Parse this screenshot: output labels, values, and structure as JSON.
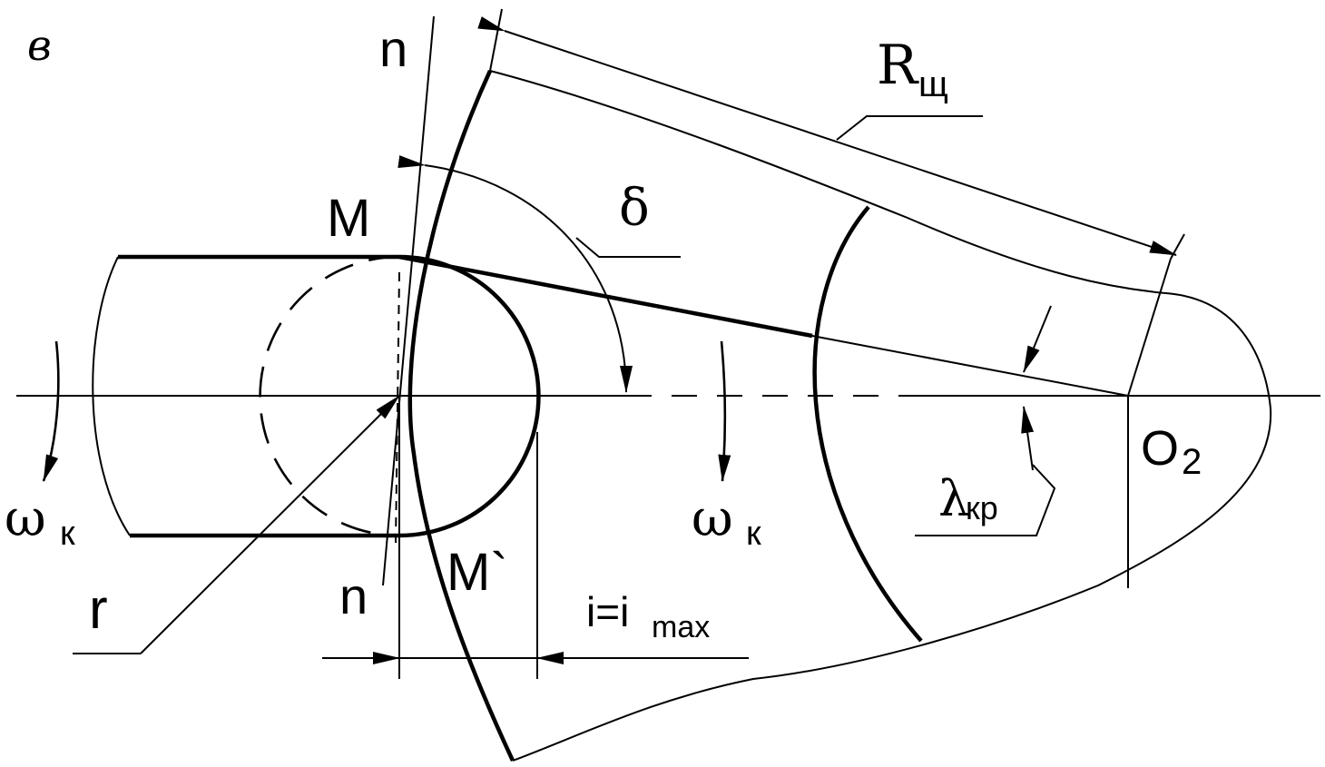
{
  "labels": {
    "figure_letter": "в",
    "normal_top": "n",
    "normal_bottom": "n",
    "point_m": "M",
    "point_m_prime": "M`",
    "radius_r": "r",
    "omega_left_main": "ω",
    "omega_left_sub": "к",
    "omega_right_main": "ω",
    "omega_right_sub": "к",
    "delta": "δ",
    "r_shch_main": "R",
    "r_shch_sub": "щ",
    "lambda_main": "λ",
    "lambda_sub": "кр",
    "o2_main": "O",
    "o2_sub": "2",
    "i_main": "i=i",
    "i_sub": "max"
  }
}
